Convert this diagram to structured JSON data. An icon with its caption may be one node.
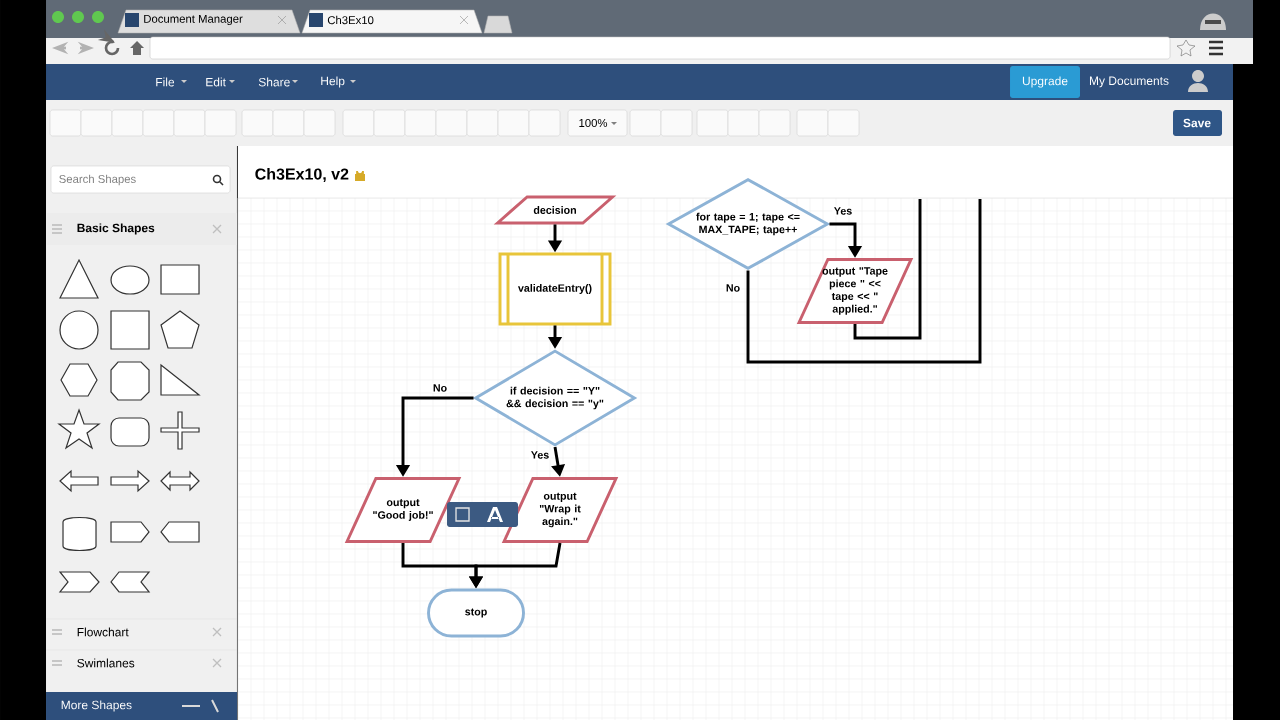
{
  "diagram": {
    "title": "Ch3Ex10, v2",
    "nodes": [
      {
        "text": [
          "decision"
        ]
      },
      {
        "text": [
          "validateEntry()"
        ]
      },
      {
        "text": [
          "if decision == \"Y\" && decision == \"y\""
        ]
      },
      {
        "text": [
          "output \"Good job!\""
        ]
      },
      {
        "text": [
          "output \"Wrap it again.\""
        ]
      },
      {
        "text": [
          "stop"
        ]
      },
      {
        "text": [
          "for tape = 1; tape <= MAX_TAPE; tape++"
        ]
      },
      {
        "text": [
          "output \"Tape piece \" << tape << \" applied.\""
        ]
      }
    ],
    "edges": [
      {
        "from": 0,
        "to": 1,
        "arrow": "to"
      },
      {
        "from": 1,
        "to": 2,
        "arrow": "to"
      },
      {
        "from": 2,
        "to": 3,
        "arrow": "to",
        "label": "No"
      },
      {
        "from": 2,
        "to": 4,
        "arrow": "to",
        "label": "Yes"
      },
      {
        "from": 3,
        "to": 5,
        "arrow": "to"
      },
      {
        "from": 4,
        "to": 5,
        "arrow": "to"
      },
      {
        "from": 6,
        "to": 7,
        "arrow": "to",
        "label": "Yes"
      },
      {
        "from": 7,
        "to": null,
        "arrow": "none"
      },
      {
        "from": 6,
        "to": null,
        "arrow": "none",
        "label": "No"
      }
    ],
    "labels": [
      "Document Manager",
      "Ch3Ex10",
      "File",
      "Edit",
      "Share",
      "Help",
      "Upgrade",
      "My Documents",
      "100%",
      "Save",
      "Search Shapes",
      "Basic Shapes",
      "Flowchart",
      "Swimlanes",
      "More Shapes"
    ]
  }
}
